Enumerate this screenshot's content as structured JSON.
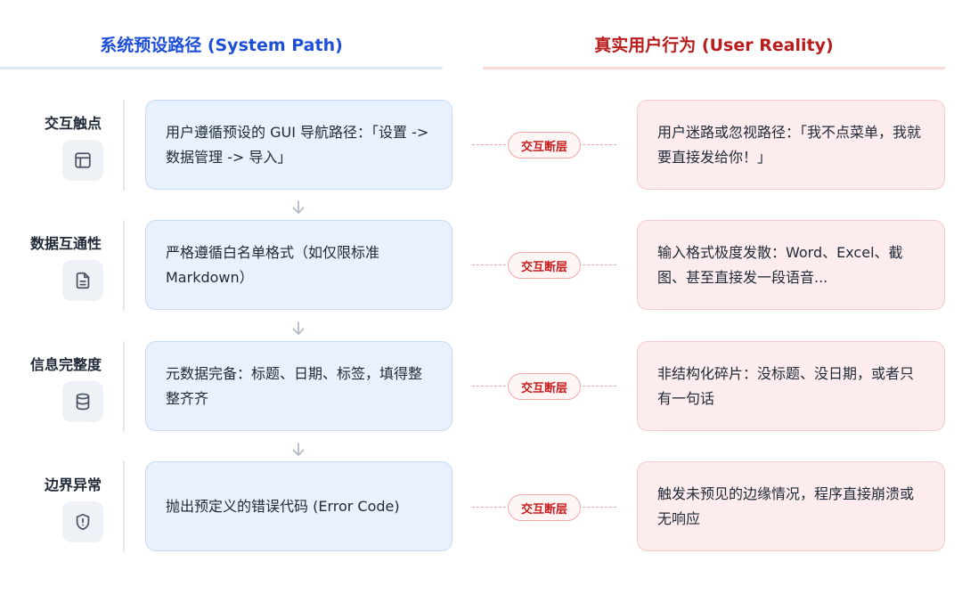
{
  "headers": {
    "system": "系统预设路径 (System Path)",
    "user": "真实用户行为 (User Reality)"
  },
  "rows": [
    {
      "label": "交互触点",
      "icon": "layout-icon",
      "system": "用户遵循预设的 GUI 导航路径：「设置 -> 数据管理 -> 导入」",
      "gap": "交互断层",
      "user": "用户迷路或忽视路径：「我不点菜单，我就要直接发给你！」"
    },
    {
      "label": "数据互通性",
      "icon": "document-icon",
      "system": "严格遵循白名单格式（如仅限标准 Markdown）",
      "gap": "交互断层",
      "user": "输入格式极度发散：Word、Excel、截图、甚至直接发一段语音..."
    },
    {
      "label": "信息完整度",
      "icon": "database-icon",
      "system": "元数据完备：标题、日期、标签，填得整整齐齐",
      "gap": "交互断层",
      "user": "非结构化碎片：没标题、没日期，或者只有一句话"
    },
    {
      "label": "边界异常",
      "icon": "shield-alert-icon",
      "system": "抛出预定义的错误代码 (Error Code)",
      "gap": "交互断层",
      "user": "触发未预见的边缘情况，程序直接崩溃或无响应"
    }
  ],
  "colors": {
    "system_accent": "#1d4ed8",
    "user_accent": "#b91c1c",
    "system_card": "#e8f1fd",
    "user_card": "#fdeced"
  }
}
